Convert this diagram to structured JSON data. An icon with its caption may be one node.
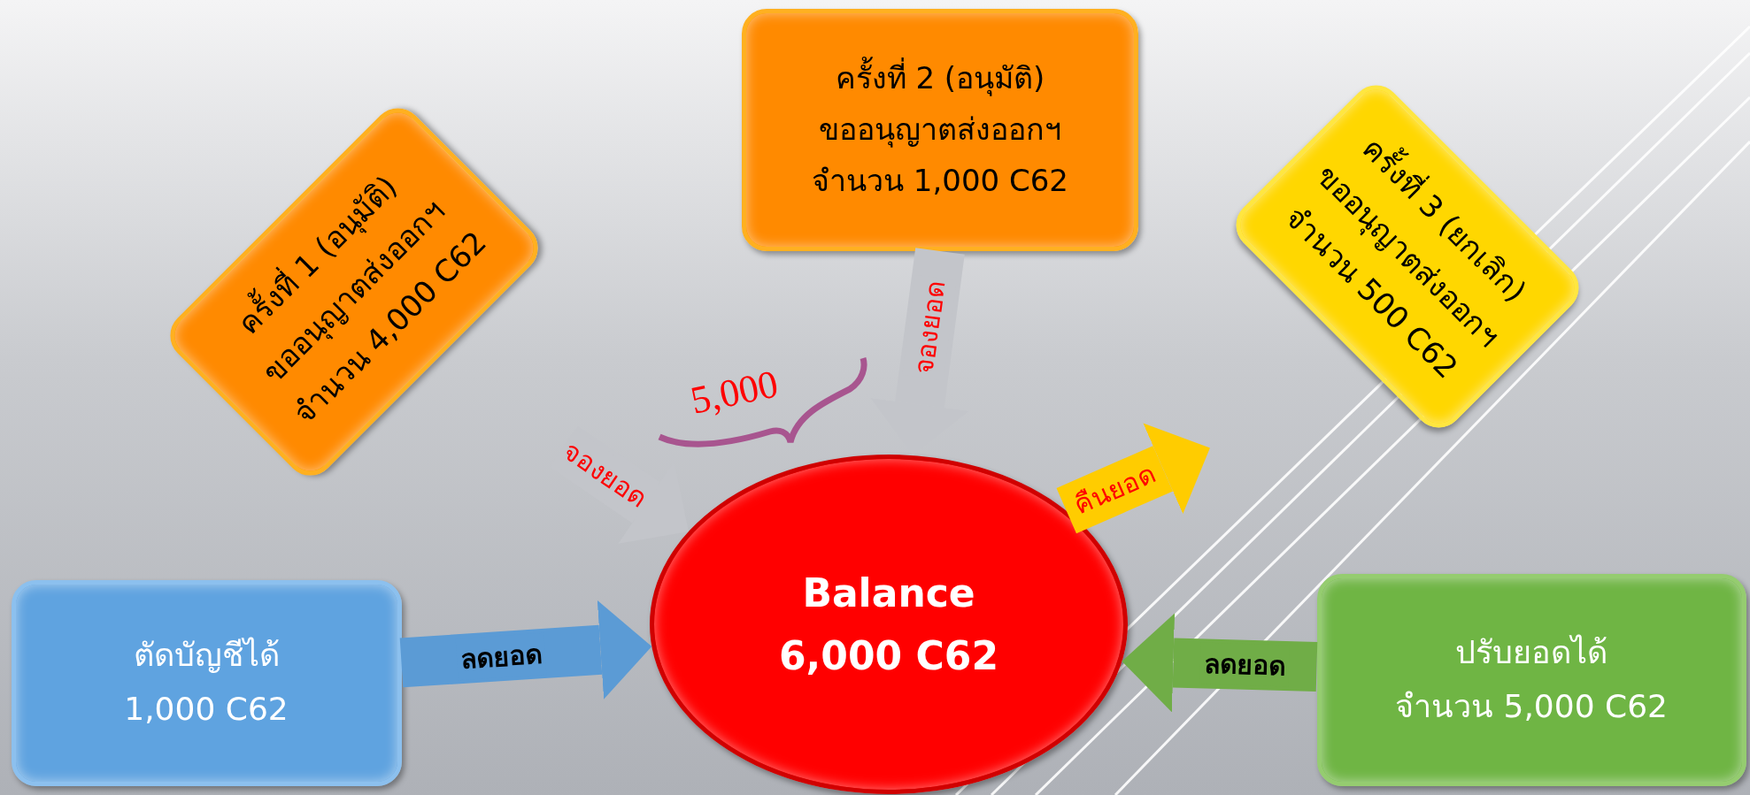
{
  "diagram": {
    "nodes": [
      {
        "text": [
          "ครั้งที่ 1 (อนุมัติ)",
          "ขออนุญาตส่งออกฯ",
          "จำนวน 4,000 C62"
        ]
      },
      {
        "text": [
          "ครั้งที่ 2 (อนุมัติ)",
          "ขออนุญาตส่งออกฯ",
          "จำนวน 1,000 C62"
        ]
      },
      {
        "text": [
          "ครั้งที่ 3 (ยกเลิก)",
          "ขออนุญาตส่งออกฯ",
          "จำนวน 500 C62"
        ]
      },
      {
        "text": [
          "ตัดบัญชีได้",
          "1,000 C62"
        ]
      },
      {
        "text": [
          "Balance",
          "6,000 C62"
        ]
      },
      {
        "text": [
          "ปรับยอดได้",
          "จำนวน 5,000 C62"
        ]
      }
    ],
    "edges": [
      {
        "from": 0,
        "to": 4,
        "arrow": "to",
        "label": "จองยอด"
      },
      {
        "from": 1,
        "to": 4,
        "arrow": "to",
        "label": "จองยอด"
      },
      {
        "from": 4,
        "to": 2,
        "arrow": "to",
        "label": "คืนยอด",
        "color": "#ffcc00"
      },
      {
        "from": 3,
        "to": 4,
        "arrow": "to",
        "label": "ลดยอด",
        "color": "#5b9bd5"
      },
      {
        "from": 5,
        "to": 4,
        "arrow": "to",
        "label": "ลดยอด",
        "color": "#70ad47"
      }
    ],
    "labels": [
      "5,000"
    ]
  }
}
